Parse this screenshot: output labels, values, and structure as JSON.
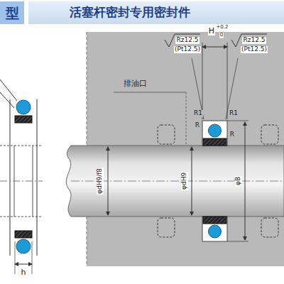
{
  "diagram": {
    "title": "活塞杆密封专用密封件",
    "labels": [
      "型",
      "排油口",
      "Rz12.5",
      "(Pt12.5)",
      "H",
      "+0.2",
      "0",
      "Rz12.5",
      "(Pt12.5)",
      "R1",
      "R1",
      "R",
      "R",
      "φdH9/f8",
      "φdH9",
      "φB",
      "h"
    ]
  }
}
